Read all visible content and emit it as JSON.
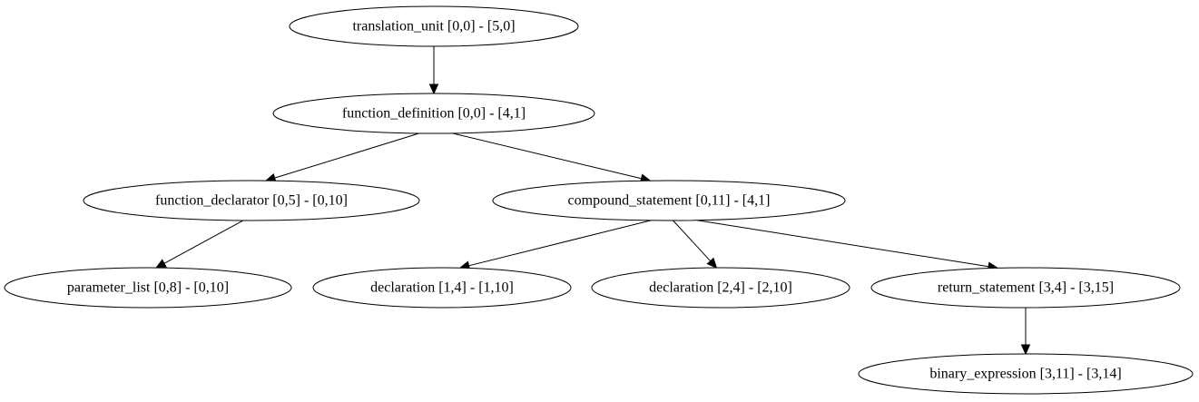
{
  "nodes": [
    {
      "id": "translation_unit",
      "label": "translation_unit [0,0] - [5,0]"
    },
    {
      "id": "function_definition",
      "label": "function_definition [0,0] - [4,1]"
    },
    {
      "id": "function_declarator",
      "label": "function_declarator [0,5] - [0,10]"
    },
    {
      "id": "compound_statement",
      "label": "compound_statement [0,11] - [4,1]"
    },
    {
      "id": "parameter_list",
      "label": "parameter_list [0,8] - [0,10]"
    },
    {
      "id": "declaration_1",
      "label": "declaration [1,4] - [1,10]"
    },
    {
      "id": "declaration_2",
      "label": "declaration [2,4] - [2,10]"
    },
    {
      "id": "return_statement",
      "label": "return_statement [3,4] - [3,15]"
    },
    {
      "id": "binary_expression",
      "label": "binary_expression [3,11] - [3,14]"
    }
  ],
  "edges": [
    {
      "from": "translation_unit",
      "to": "function_definition"
    },
    {
      "from": "function_definition",
      "to": "function_declarator"
    },
    {
      "from": "function_definition",
      "to": "compound_statement"
    },
    {
      "from": "function_declarator",
      "to": "parameter_list"
    },
    {
      "from": "compound_statement",
      "to": "declaration_1"
    },
    {
      "from": "compound_statement",
      "to": "declaration_2"
    },
    {
      "from": "compound_statement",
      "to": "return_statement"
    },
    {
      "from": "return_statement",
      "to": "binary_expression"
    }
  ]
}
